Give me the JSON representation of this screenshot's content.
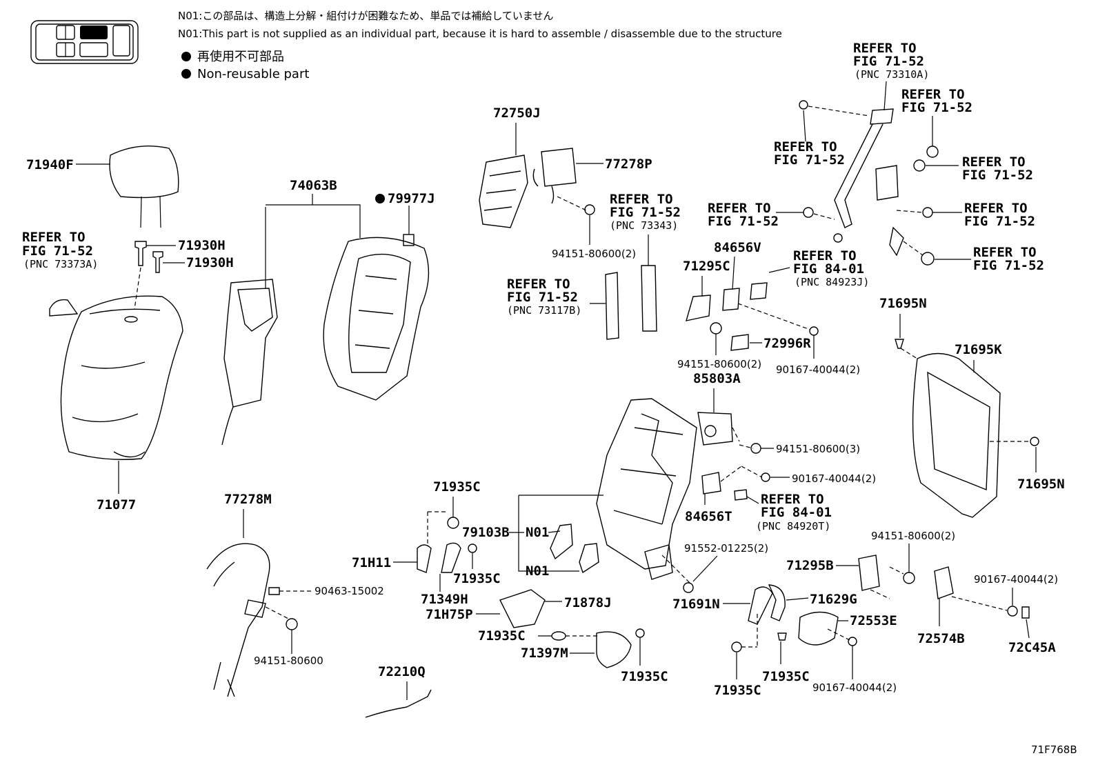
{
  "notes": {
    "n01_jp": "N01:この部品は、構造上分解・組付けが困難なため、単品では補給していません",
    "n01_en": "N01:This part is not supplied as an individual part, because it is hard to assemble / disassemble due to the structure",
    "legend_jp": "再使用不可部品",
    "legend_en": "Non-reusable part"
  },
  "labels": {
    "p71940F": "71940F",
    "p71930H_a": "71930H",
    "p71930H_b": "71930H",
    "ref_left_1": "REFER TO",
    "ref_left_2": "FIG 71-52",
    "ref_left_3": "(PNC 73373A)",
    "p71077": "71077",
    "p74063B": "74063B",
    "p79977J": "79977J",
    "p72750J": "72750J",
    "p77278P": "77278P",
    "p94151_2a": "94151-80600(2)",
    "ref_73343_1": "REFER TO",
    "ref_73343_2": "FIG 71-52",
    "ref_73343_3": "(PNC 73343)",
    "ref_73117_1": "REFER TO",
    "ref_73117_2": "FIG 71-52",
    "ref_73117_3": "(PNC 73117B)",
    "p71295C": "71295C",
    "p84656V": "84656V",
    "ref_84923_1": "REFER TO",
    "ref_84923_2": "FIG 84-01",
    "ref_84923_3": "(PNC 84923J)",
    "p72996R": "72996R",
    "p94151_2b": "94151-80600(2)",
    "p90167_2a": "90167-40044(2)",
    "p85803A": "85803A",
    "p94151_3": "94151-80600(3)",
    "p90167_2b": "90167-40044(2)",
    "p84656T": "84656T",
    "ref_84920_1": "REFER TO",
    "ref_84920_2": "FIG 84-01",
    "ref_84920_3": "(PNC 84920T)",
    "ref_73310_1": "REFER TO",
    "ref_73310_2": "FIG 71-52",
    "ref_73310_3": "(PNC 73310A)",
    "ref_r1_1": "REFER TO",
    "ref_r1_2": "FIG 71-52",
    "ref_r2_1": "REFER TO",
    "ref_r2_2": "FIG 71-52",
    "ref_r3_1": "REFER TO",
    "ref_r3_2": "FIG 71-52",
    "ref_r4_1": "REFER TO",
    "ref_r4_2": "FIG 71-52",
    "ref_r5_1": "REFER TO",
    "ref_r5_2": "FIG 71-52",
    "ref_r6_1": "REFER TO",
    "ref_r6_2": "FIG 71-52",
    "p71695N_a": "71695N",
    "p71695K": "71695K",
    "p71695N_b": "71695N",
    "p77278M": "77278M",
    "p90463": "90463-15002",
    "p94151_1": "94151-80600",
    "p71935C_a": "71935C",
    "p79103B": "79103B",
    "n01_a": "N01",
    "n01_b": "N01",
    "p71H11": "71H11",
    "p71935C_b": "71935C",
    "p71349H": "71349H",
    "p71H75P": "71H75P",
    "p71878J": "71878J",
    "p71935C_c": "71935C",
    "p71397M": "71397M",
    "p71935C_d": "71935C",
    "p72210Q": "72210Q",
    "p91552": "91552-01225(2)",
    "p71691N": "71691N",
    "p71629G": "71629G",
    "p72553E": "72553E",
    "p71935C_e": "71935C",
    "p71935C_f": "71935C",
    "p90167_2c": "90167-40044(2)",
    "p94151_2c": "94151-80600(2)",
    "p71295B": "71295B",
    "p72574B": "72574B",
    "p90167_2d": "90167-40044(2)",
    "p72C45A": "72C45A",
    "fig_code": "71F768B"
  }
}
